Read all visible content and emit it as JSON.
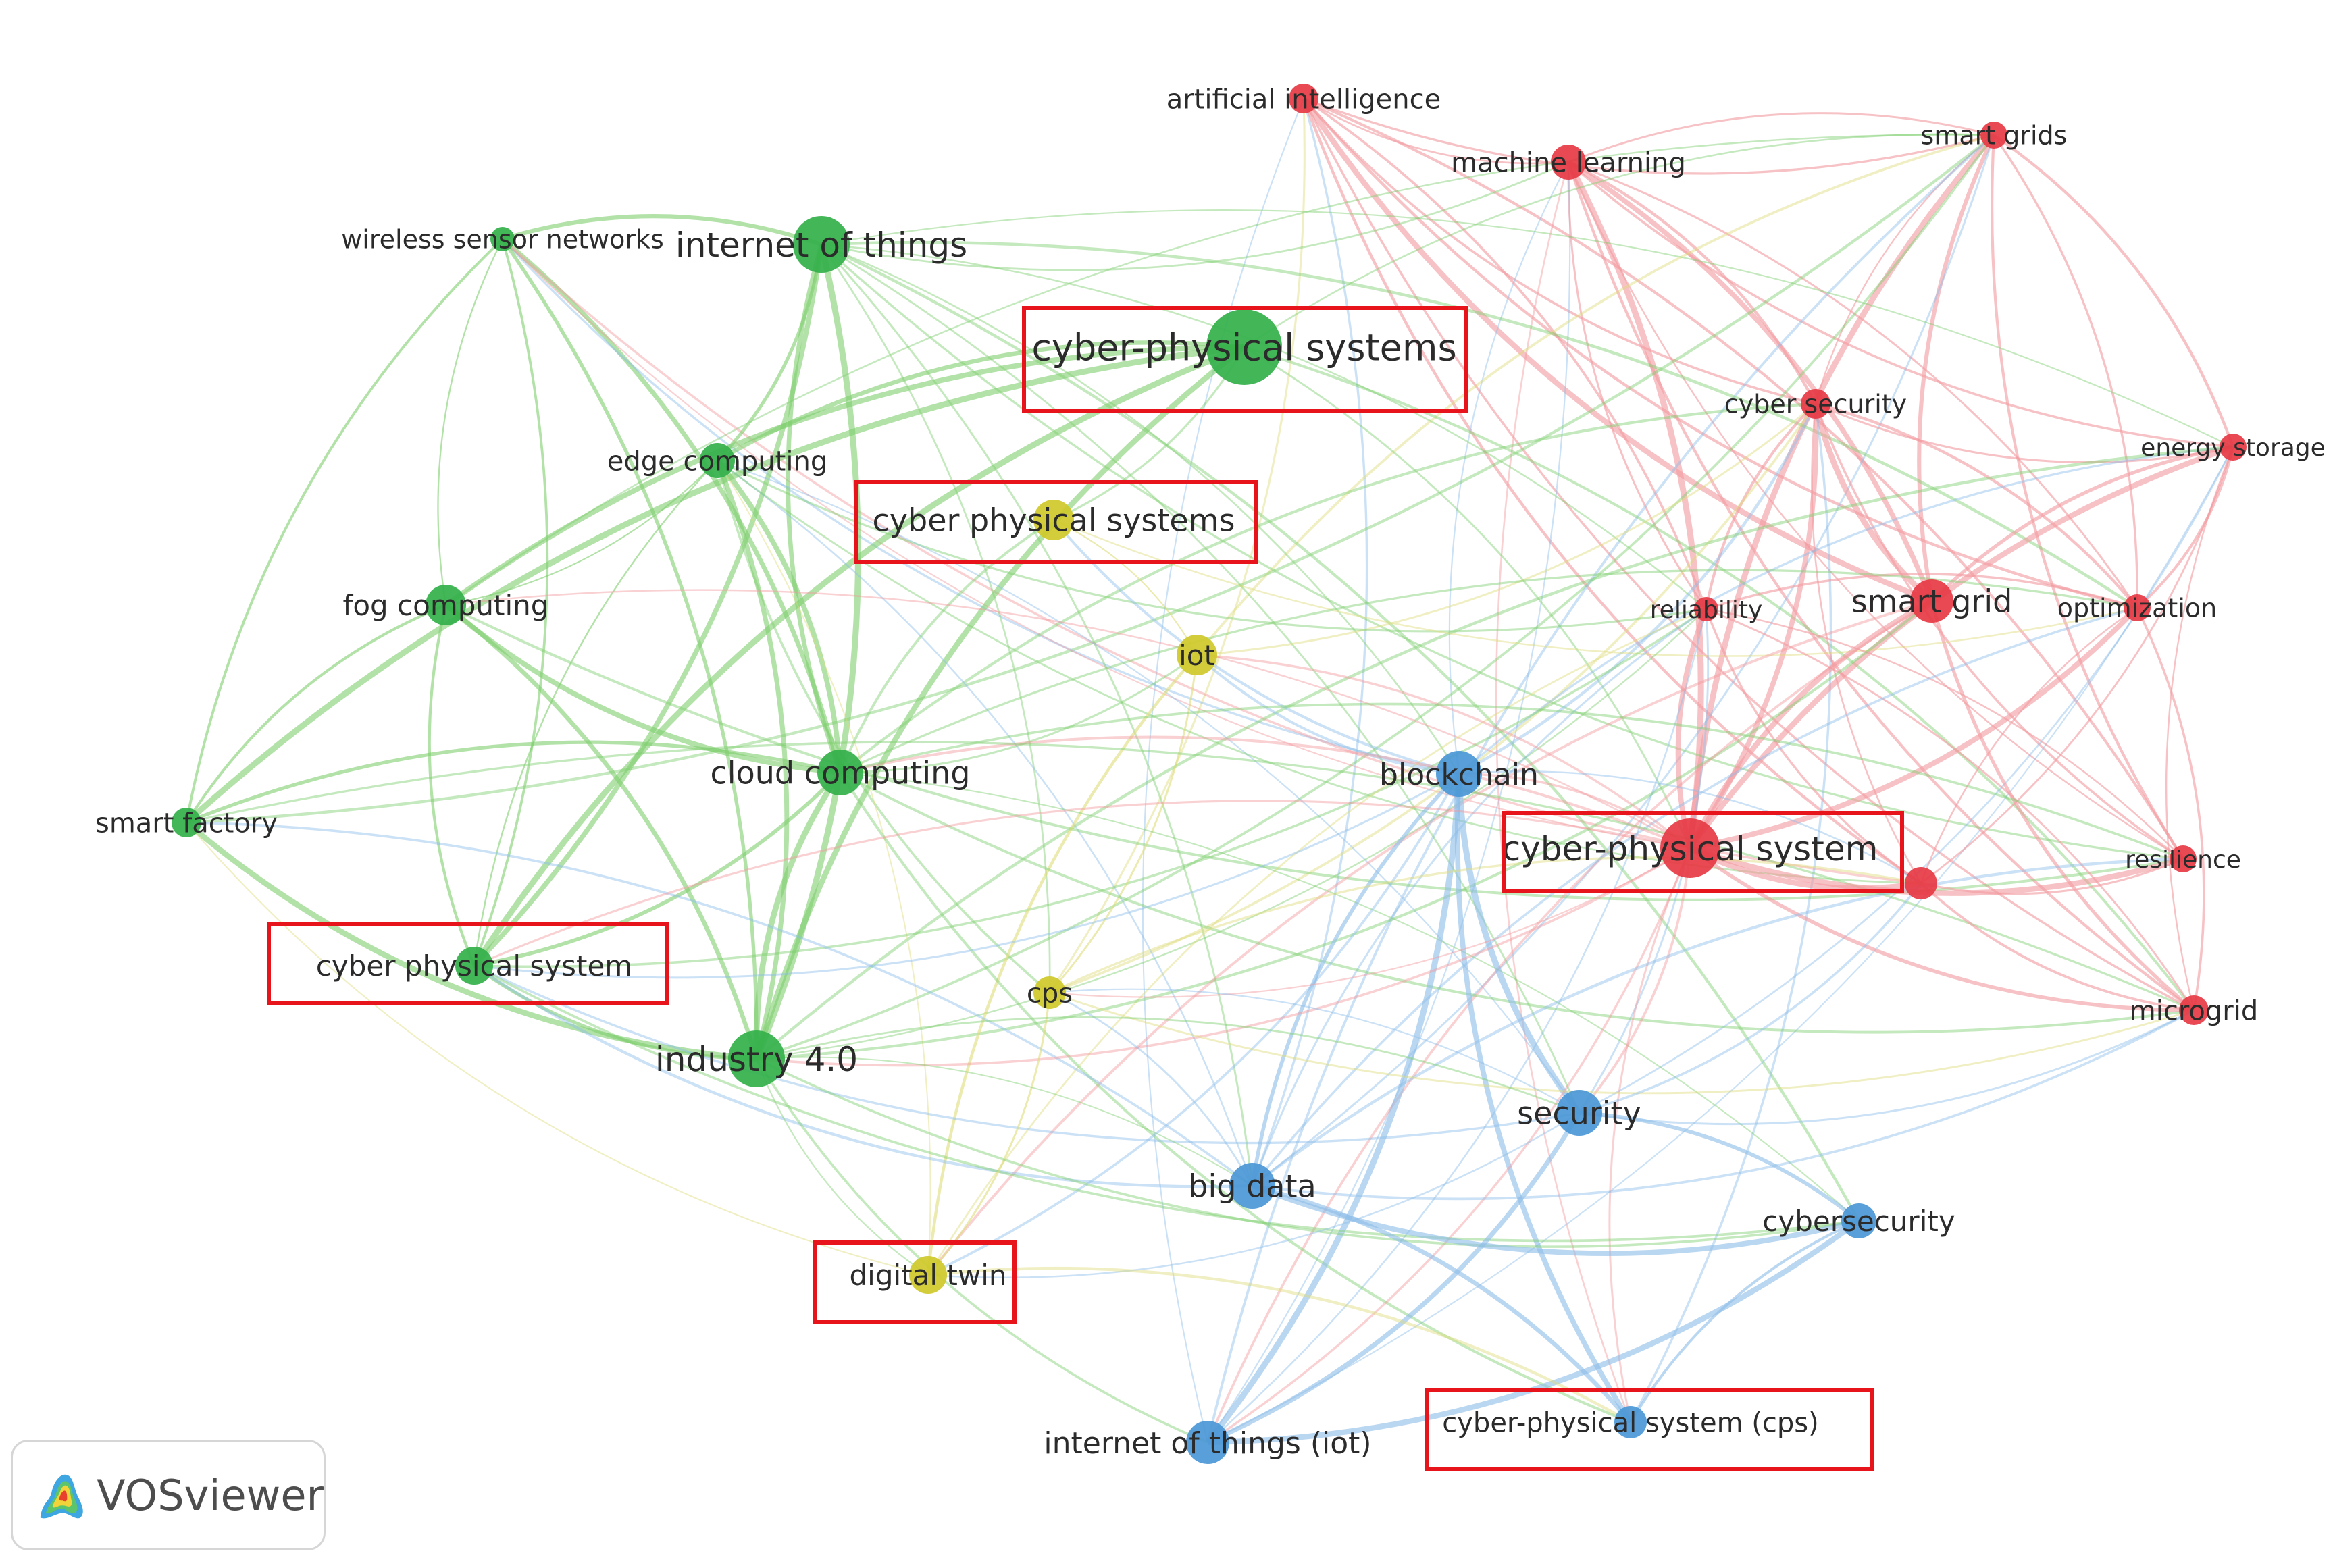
{
  "app": {
    "brand": "VOSviewer",
    "logo_icon": "density-heatmap-icon"
  },
  "clusters": {
    "red": {
      "node": "#e63a44",
      "edge": "#f29a9e"
    },
    "green": {
      "node": "#33b04a",
      "edge": "#7fcf6e"
    },
    "blue": {
      "node": "#4b97d6",
      "edge": "#8cbde8"
    },
    "yellow": {
      "node": "#cfc92a",
      "edge": "#dedc7a"
    }
  },
  "nodes": [
    {
      "id": "artificial-intelligence",
      "label": "artificial intelligence",
      "cluster": "red"
    },
    {
      "id": "machine-learning",
      "label": "machine learning",
      "cluster": "red"
    },
    {
      "id": "smart-grids",
      "label": "smart grids",
      "cluster": "red"
    },
    {
      "id": "wireless-sensor-networks",
      "label": "wireless sensor networks",
      "cluster": "green"
    },
    {
      "id": "internet-of-things",
      "label": "internet of things",
      "cluster": "green"
    },
    {
      "id": "cyber-physical-systems-hyphen",
      "label": "cyber-physical systems",
      "cluster": "green",
      "highlighted": true
    },
    {
      "id": "cyber-security",
      "label": "cyber security",
      "cluster": "red"
    },
    {
      "id": "energy-storage",
      "label": "energy storage",
      "cluster": "red"
    },
    {
      "id": "edge-computing",
      "label": "edge computing",
      "cluster": "green"
    },
    {
      "id": "cyber-physical-systems-space",
      "label": "cyber physical systems",
      "cluster": "yellow",
      "highlighted": true
    },
    {
      "id": "fog-computing",
      "label": "fog computing",
      "cluster": "green"
    },
    {
      "id": "reliability",
      "label": "reliability",
      "cluster": "red"
    },
    {
      "id": "smart-grid",
      "label": "smart grid",
      "cluster": "red"
    },
    {
      "id": "optimization",
      "label": "optimization",
      "cluster": "red"
    },
    {
      "id": "iot",
      "label": "iot",
      "cluster": "yellow"
    },
    {
      "id": "cloud-computing",
      "label": "cloud computing",
      "cluster": "green"
    },
    {
      "id": "blockchain",
      "label": "blockchain",
      "cluster": "blue"
    },
    {
      "id": "smart-factory",
      "label": "smart factory",
      "cluster": "green"
    },
    {
      "id": "cyber-physical-system-hyphen",
      "label": "cyber-physical system",
      "cluster": "red",
      "highlighted": true
    },
    {
      "id": "resilience",
      "label": "resilience",
      "cluster": "red"
    },
    {
      "id": "cyber-physical-system-space",
      "label": "cyber physical system",
      "cluster": "green",
      "highlighted": true
    },
    {
      "id": "cps",
      "label": "cps",
      "cluster": "yellow"
    },
    {
      "id": "microgrid",
      "label": "microgrid",
      "cluster": "red"
    },
    {
      "id": "industry-4-0",
      "label": "industry 4.0",
      "cluster": "green"
    },
    {
      "id": "security",
      "label": "security",
      "cluster": "blue"
    },
    {
      "id": "big-data",
      "label": "big data",
      "cluster": "blue"
    },
    {
      "id": "cybersecurity",
      "label": "cybersecurity",
      "cluster": "blue"
    },
    {
      "id": "digital-twin",
      "label": "digital twin",
      "cluster": "yellow",
      "highlighted": true
    },
    {
      "id": "internet-of-things-iot",
      "label": "internet of things (iot)",
      "cluster": "blue"
    },
    {
      "id": "cyber-physical-system-cps",
      "label": "cyber-physical system (cps)",
      "cluster": "blue",
      "highlighted": true
    },
    {
      "id": "unlabeled-red-node",
      "label": "",
      "cluster": "red"
    }
  ]
}
